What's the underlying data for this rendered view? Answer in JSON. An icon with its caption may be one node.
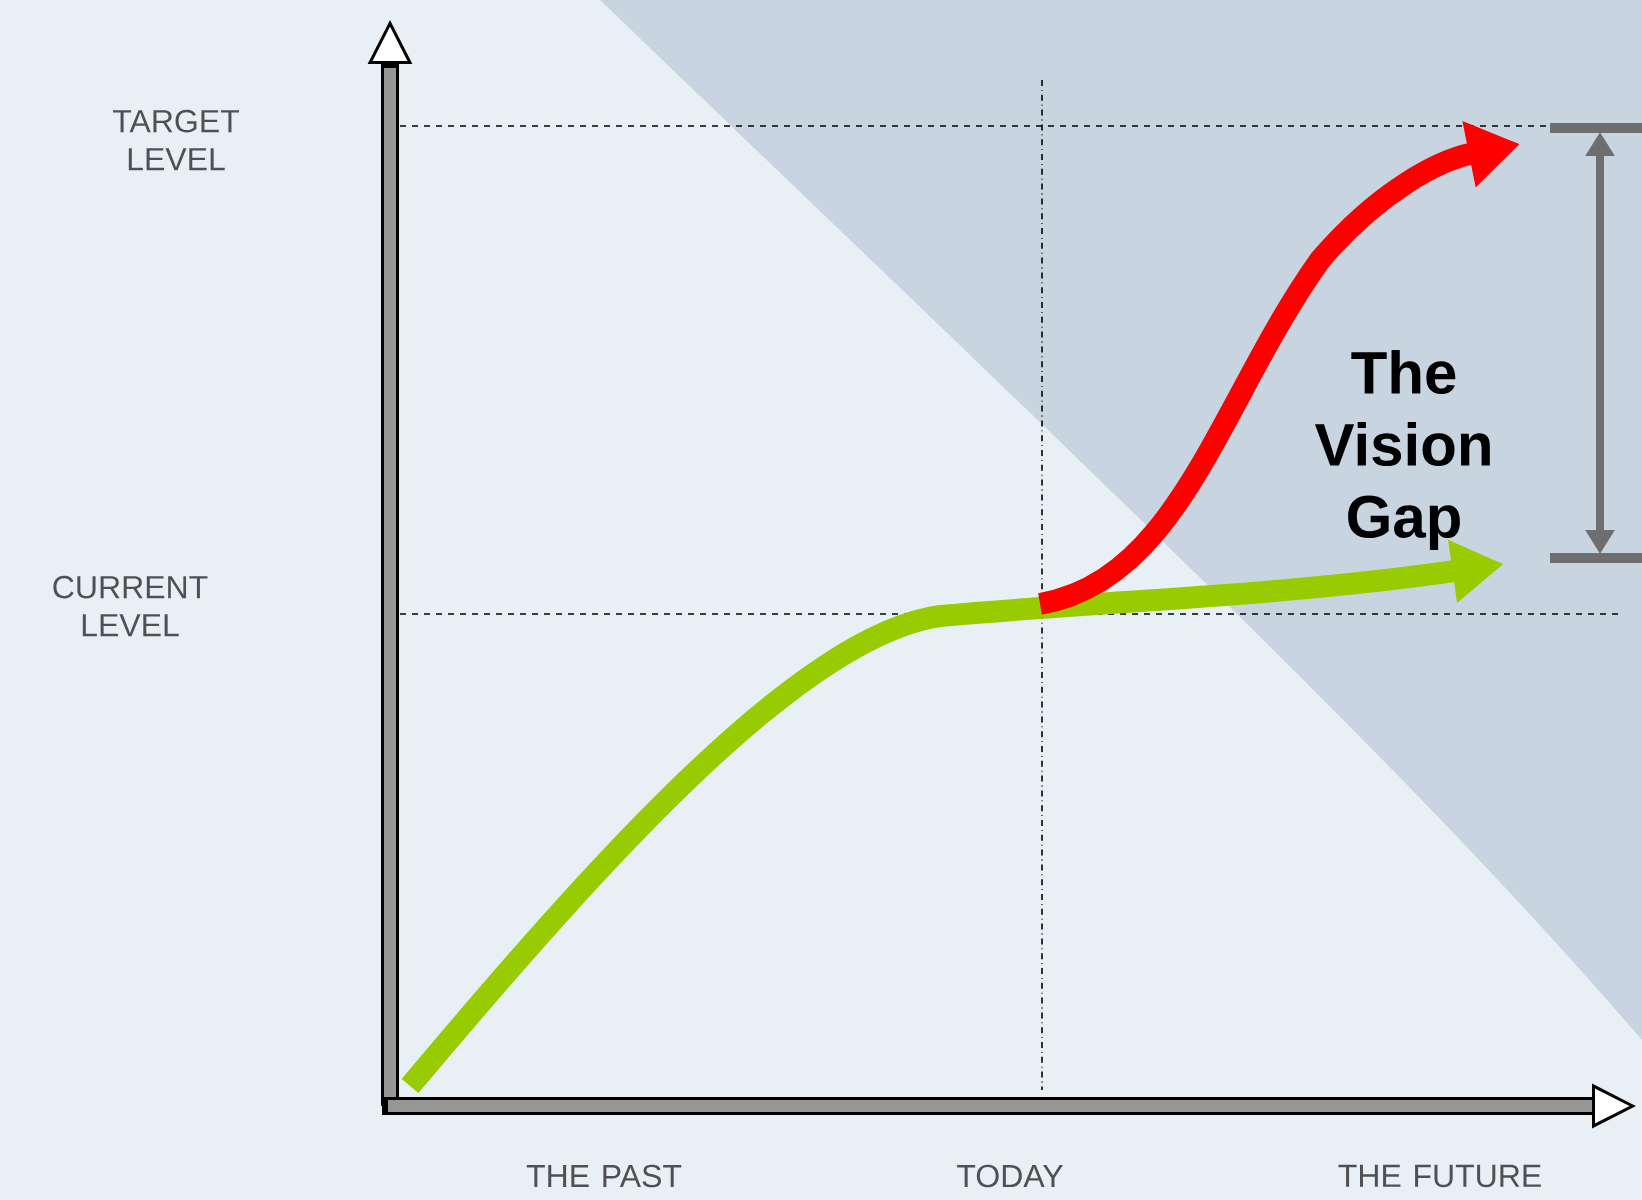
{
  "diagram": {
    "labels": [
      "TARGET LEVEL",
      "CURRENT LEVEL",
      "The Vision Gap",
      "THE PAST",
      "TODAY",
      "THE FUTURE"
    ]
  }
}
